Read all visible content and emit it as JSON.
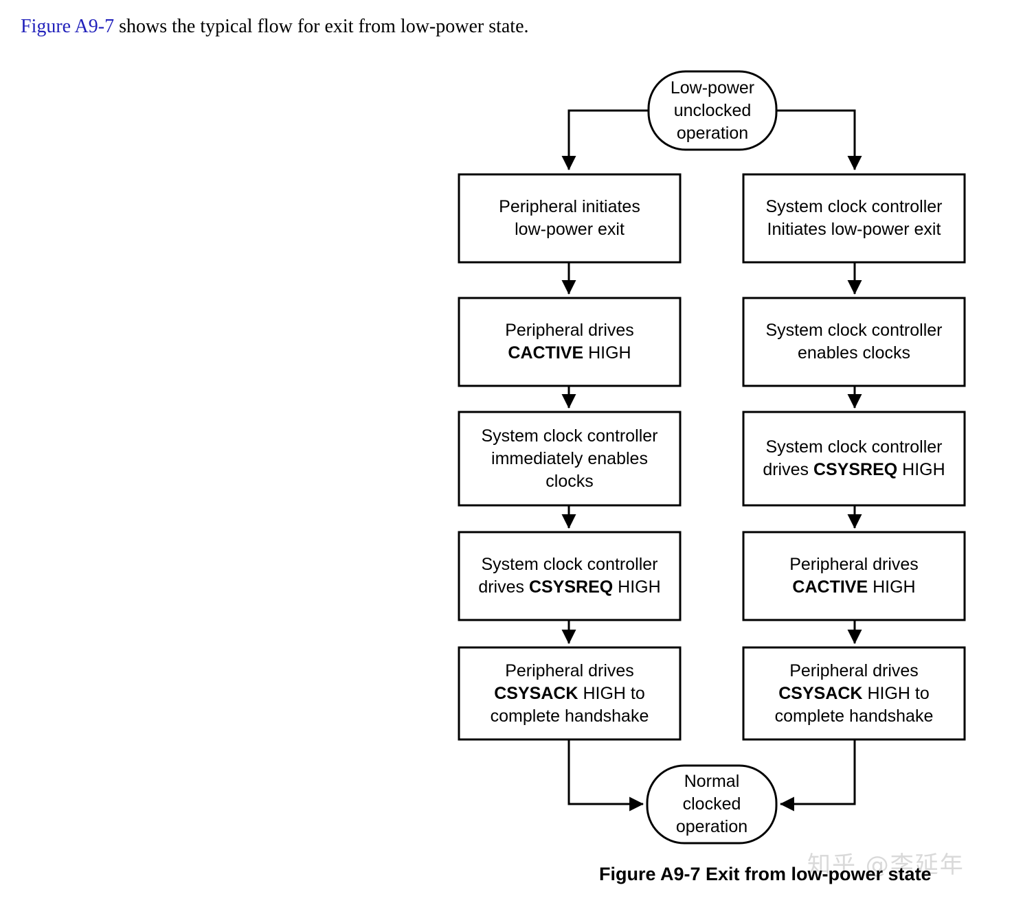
{
  "intro": {
    "xref": "Figure A9-7",
    "rest": " shows the typical flow for exit from low-power state.",
    "xref_color": "#2222bb"
  },
  "diagram": {
    "start_node": {
      "shape": "stadium",
      "lines": [
        "Low-power",
        "unclocked",
        "operation"
      ]
    },
    "end_node": {
      "shape": "stadium",
      "lines": [
        "Normal",
        "clocked",
        "operation"
      ]
    },
    "left_branch": {
      "name": "peripheral-initiated-exit",
      "steps": [
        {
          "lines": [
            {
              "text": "Peripheral initiates"
            },
            {
              "text": "low-power exit"
            }
          ]
        },
        {
          "lines": [
            {
              "text": "Peripheral drives"
            },
            {
              "pre": "",
              "sig": "CACTIVE",
              "post": " HIGH"
            }
          ]
        },
        {
          "lines": [
            {
              "text": "System clock controller"
            },
            {
              "text": "immediately enables"
            },
            {
              "text": "clocks"
            }
          ]
        },
        {
          "lines": [
            {
              "text": "System clock controller"
            },
            {
              "pre": "drives ",
              "sig": "CSYSREQ",
              "post": " HIGH"
            }
          ]
        },
        {
          "lines": [
            {
              "text": "Peripheral drives"
            },
            {
              "pre": "",
              "sig": "CSYSACK",
              "post": " HIGH to"
            },
            {
              "text": "complete handshake"
            }
          ]
        }
      ]
    },
    "right_branch": {
      "name": "clock-controller-initiated-exit",
      "steps": [
        {
          "lines": [
            {
              "text": "System clock controller"
            },
            {
              "text": "Initiates low-power exit"
            }
          ]
        },
        {
          "lines": [
            {
              "text": "System clock controller"
            },
            {
              "text": "enables clocks"
            }
          ]
        },
        {
          "lines": [
            {
              "text": "System clock controller"
            },
            {
              "pre": "drives ",
              "sig": "CSYSREQ",
              "post": " HIGH"
            }
          ]
        },
        {
          "lines": [
            {
              "text": "Peripheral drives"
            },
            {
              "pre": "",
              "sig": "CACTIVE",
              "post": " HIGH"
            }
          ]
        },
        {
          "lines": [
            {
              "text": "Peripheral drives"
            },
            {
              "pre": "",
              "sig": "CSYSACK",
              "post": " HIGH to"
            },
            {
              "text": "complete handshake"
            }
          ]
        }
      ]
    },
    "stroke_color": "#000000",
    "fill_color": "#ffffff"
  },
  "caption": "Figure A9-7 Exit from low-power state",
  "watermark": "知乎 @李延年"
}
